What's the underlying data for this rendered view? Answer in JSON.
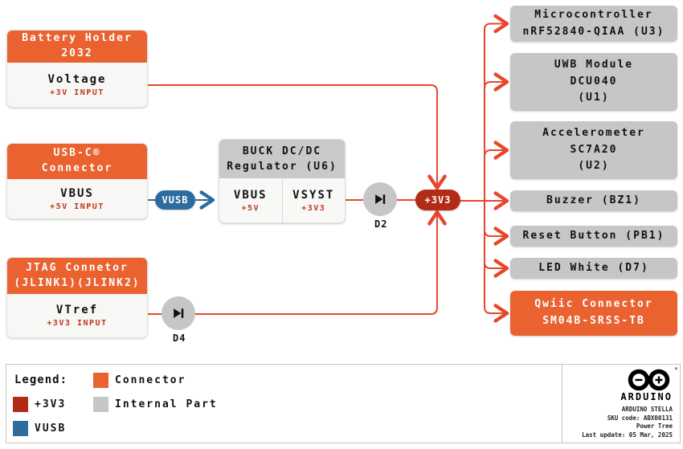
{
  "colors": {
    "connector_orange": "#ea6230",
    "power_red_3v3": "#b22b17",
    "vusb_blue": "#2e6c9e",
    "wire_red": "#e6472b",
    "internal_gray": "#c6c6c6",
    "accent_text_red": "#c3351c"
  },
  "sources": {
    "battery": {
      "header": "Battery Holder\n2032",
      "label": "Voltage",
      "sub": "+3V INPUT"
    },
    "usbc": {
      "header": "USB-C®\nConnector",
      "label": "VBUS",
      "sub": "+5V INPUT"
    },
    "jtag": {
      "header": "JTAG Connetor\n(JLINK1)(JLINK2)",
      "label": "VTref",
      "sub": "+3V3 INPUT"
    }
  },
  "regulator": {
    "header": "BUCK DC/DC\nRegulator (U6)",
    "cells": [
      {
        "label": "VBUS",
        "sub": "+5V"
      },
      {
        "label": "VSYST",
        "sub": "+3V3"
      }
    ]
  },
  "nodes": {
    "vusb": "VUSB",
    "v3v3": "+3V3",
    "d2": "D2",
    "d4": "D4"
  },
  "outputs": [
    {
      "label": "Microcontroller\nnRF52840-QIAA (U3)",
      "type": "internal"
    },
    {
      "label": "UWB Module\nDCU040\n(U1)",
      "type": "internal"
    },
    {
      "label": "Accelerometer\nSC7A20\n(U2)",
      "type": "internal"
    },
    {
      "label": "Buzzer (BZ1)",
      "type": "internal"
    },
    {
      "label": "Reset Button (PB1)",
      "type": "internal"
    },
    {
      "label": "LED White (D7)",
      "type": "internal"
    },
    {
      "label": "Qwiic Connector\nSM04B-SRSS-TB",
      "type": "connector"
    }
  ],
  "legend": {
    "title": "Legend:",
    "items": [
      {
        "label": "+3V3",
        "color": "#b22b17"
      },
      {
        "label": "VUSB",
        "color": "#2e6c9e"
      },
      {
        "label": "Connector",
        "color": "#ea6230"
      },
      {
        "label": "Internal Part",
        "color": "#c6c6c6"
      }
    ]
  },
  "footer": {
    "brand": "ARDUINO",
    "registered": "®",
    "info": [
      "ARDUINO STELLA",
      "SKU code: ABX00131",
      "Power Tree",
      "Last update: 05 Mar, 2025"
    ]
  }
}
